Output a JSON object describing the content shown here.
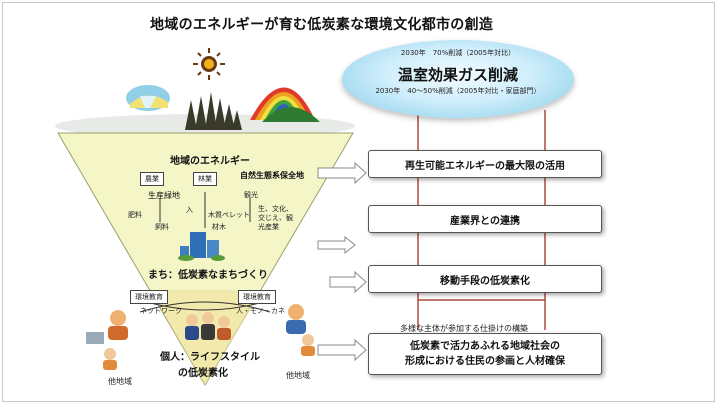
{
  "title": "地域のエネルギーが育む低炭素な環境文化都市の創造",
  "target": {
    "line1": "2030年　70%削減（2005年対比）",
    "main": "温室効果ガス削減",
    "line2": "2030年　40〜50%削減（2005年対比・家庭部門）"
  },
  "strategies": [
    "再生可能エネルギーの最大限の活用",
    "産業界との連携",
    "移動手段の低炭素化"
  ],
  "participation_note": "多様な主体が参加する仕掛けの構築",
  "bottom_box": {
    "line1": "低炭素で活力あふれる地域社会の",
    "line2": "形成における住民の参画と人材確保"
  },
  "triangle": {
    "energy_label": "地域のエネルギー",
    "nature_label": "自然生態系保全地",
    "agri_tag": "農業",
    "forest_tag": "林業",
    "production_label": "生産緑地",
    "fertilizer_label": "肥料",
    "feed_label": "飼料",
    "input_label": "入",
    "pellet_label": "木質ペレット",
    "timber_label": "材木",
    "tourism_label": "観光",
    "lifestyle_small": "生、文化、交じえ、観光産業",
    "town_label": "まち：低炭素なまちづくり",
    "individual_line1": "個人：ライフスタイル",
    "individual_line2": "の低炭素化",
    "env_edu_left": "環境教育",
    "env_edu_right": "環境教育",
    "exchange_left": "ネットワーク",
    "exchange_right": "人・モノ・カネ",
    "region_left": "他地域",
    "region_right": "他地域"
  },
  "colors": {
    "triangle_fill": "#f4f6c8",
    "oval_fill": "#bfe6f6",
    "connector": "#b04a3a",
    "arrow_outline": "#8a8a8a"
  }
}
